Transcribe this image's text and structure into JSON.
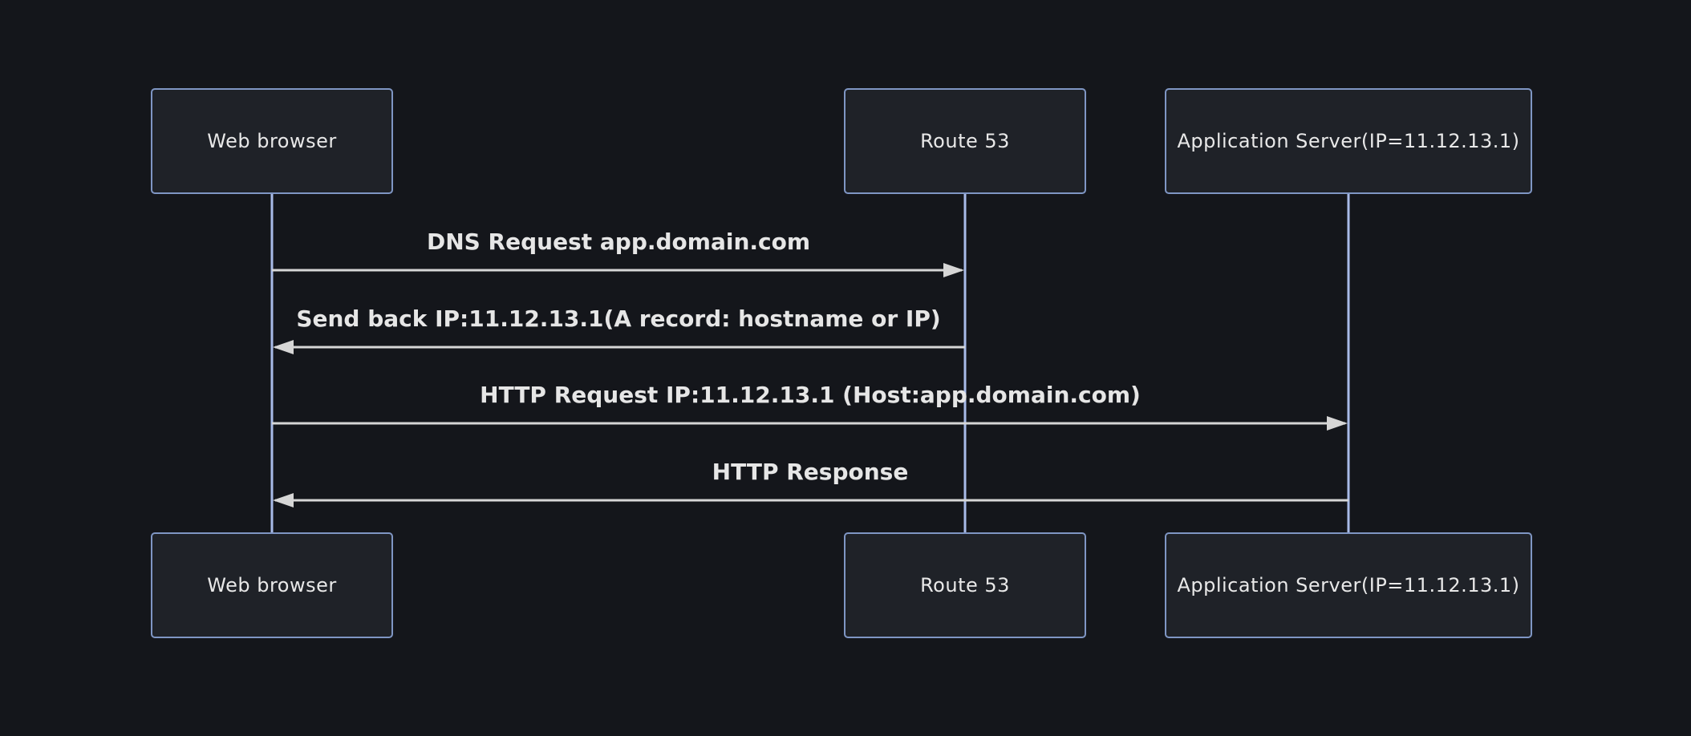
{
  "diagram": {
    "type": "sequence-diagram",
    "actors": [
      {
        "id": "web-browser",
        "label": "Web browser"
      },
      {
        "id": "route-53",
        "label": "Route 53"
      },
      {
        "id": "app-server",
        "label": "Application Server(IP=11.12.13.1)"
      }
    ],
    "messages": [
      {
        "from": "web-browser",
        "to": "route-53",
        "direction": "right",
        "label": "DNS Request app.domain.com"
      },
      {
        "from": "route-53",
        "to": "web-browser",
        "direction": "left",
        "label": "Send back IP:11.12.13.1(A record: hostname or IP)"
      },
      {
        "from": "web-browser",
        "to": "app-server",
        "direction": "right",
        "label": "HTTP Request IP:11.12.13.1 (Host:app.domain.com)"
      },
      {
        "from": "app-server",
        "to": "web-browser",
        "direction": "left",
        "label": "HTTP Response"
      }
    ],
    "colors": {
      "background": "#14161b",
      "actor_fill": "#1f2228",
      "actor_border": "#7f96c4",
      "lifeline": "#a8bbe8",
      "arrow": "#d6d6d6",
      "text": "#e8e8e8"
    }
  }
}
